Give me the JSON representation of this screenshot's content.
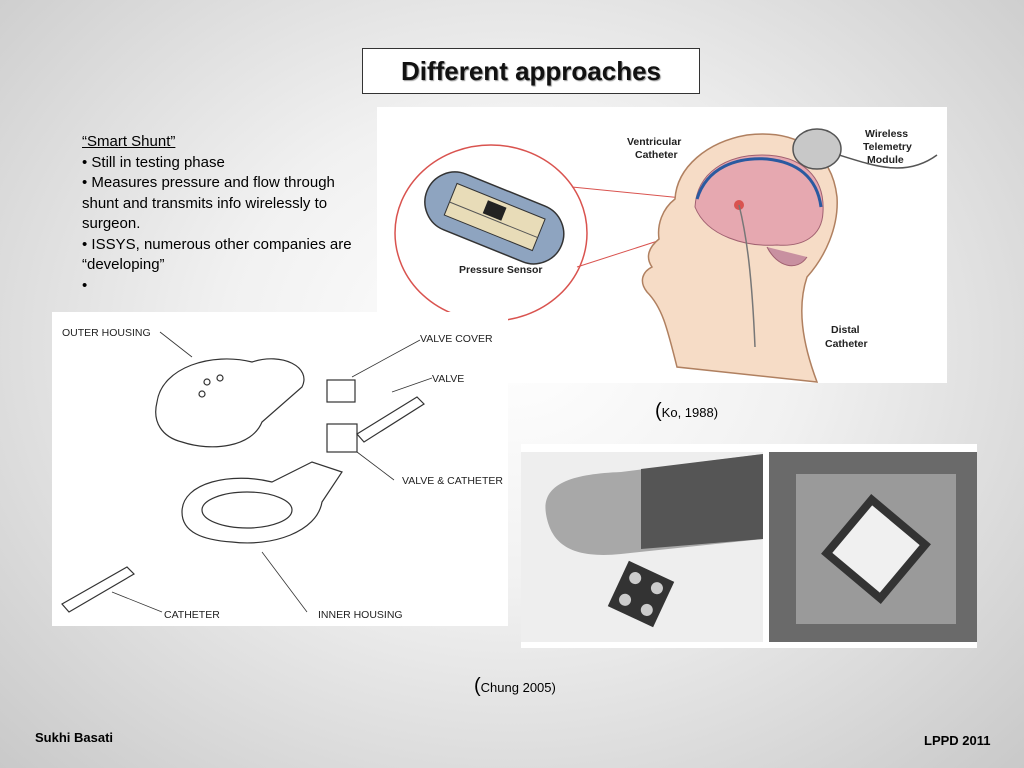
{
  "slide": {
    "title": "Different approaches"
  },
  "notes": {
    "heading": "“Smart Shunt”",
    "bullets": [
      "• Still in testing phase",
      "• Measures pressure and flow through shunt and transmits info wirelessly to surgeon.",
      "• ISSYS, numerous other companies are “developing”",
      "•"
    ]
  },
  "brain_figure": {
    "labels": {
      "ventricular_catheter_1": "Ventricular",
      "ventricular_catheter_2": "Catheter",
      "wireless_1": "Wireless",
      "wireless_2": "Telemetry",
      "wireless_3": "Module",
      "pressure_sensor": "Pressure Sensor",
      "distal_1": "Distal",
      "distal_2": "Catheter"
    }
  },
  "valve_figure": {
    "labels": {
      "outer_housing": "OUTER HOUSING",
      "valve_cover": "VALVE COVER",
      "valve": "VALVE",
      "valve_catheter": "VALVE & CATHETER",
      "catheter": "CATHETER",
      "inner_housing": "INNER HOUSING"
    }
  },
  "citations": {
    "ko_paren": "(",
    "ko_text": "Ko, 1988)",
    "chung_paren": "(",
    "chung_text": "Chung 2005)"
  },
  "footer": {
    "left": "Sukhi Basati",
    "right": "LPPD 2011"
  },
  "colors": {
    "accent_red": "#d9534f",
    "title_border": "#333333"
  }
}
